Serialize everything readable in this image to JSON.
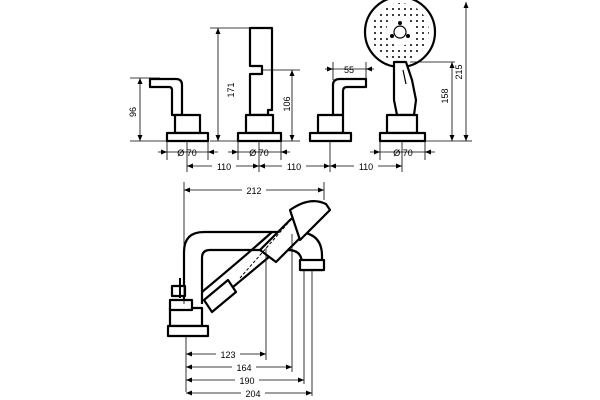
{
  "dimensions": {
    "handle_height": "96",
    "spout_height": "171",
    "spout_outlet_height": "106",
    "handle_width": "55",
    "shower_holder_height": "158",
    "shower_total_height": "215",
    "diameter_left": "Ø 70",
    "diameter_spout": "Ø 70",
    "diameter_right": "Ø 70",
    "spacing_1": "110",
    "spacing_2": "110",
    "spacing_3": "110",
    "projection_212": "212",
    "projection_123": "123",
    "projection_164": "164",
    "projection_190": "190",
    "projection_204": "204"
  }
}
